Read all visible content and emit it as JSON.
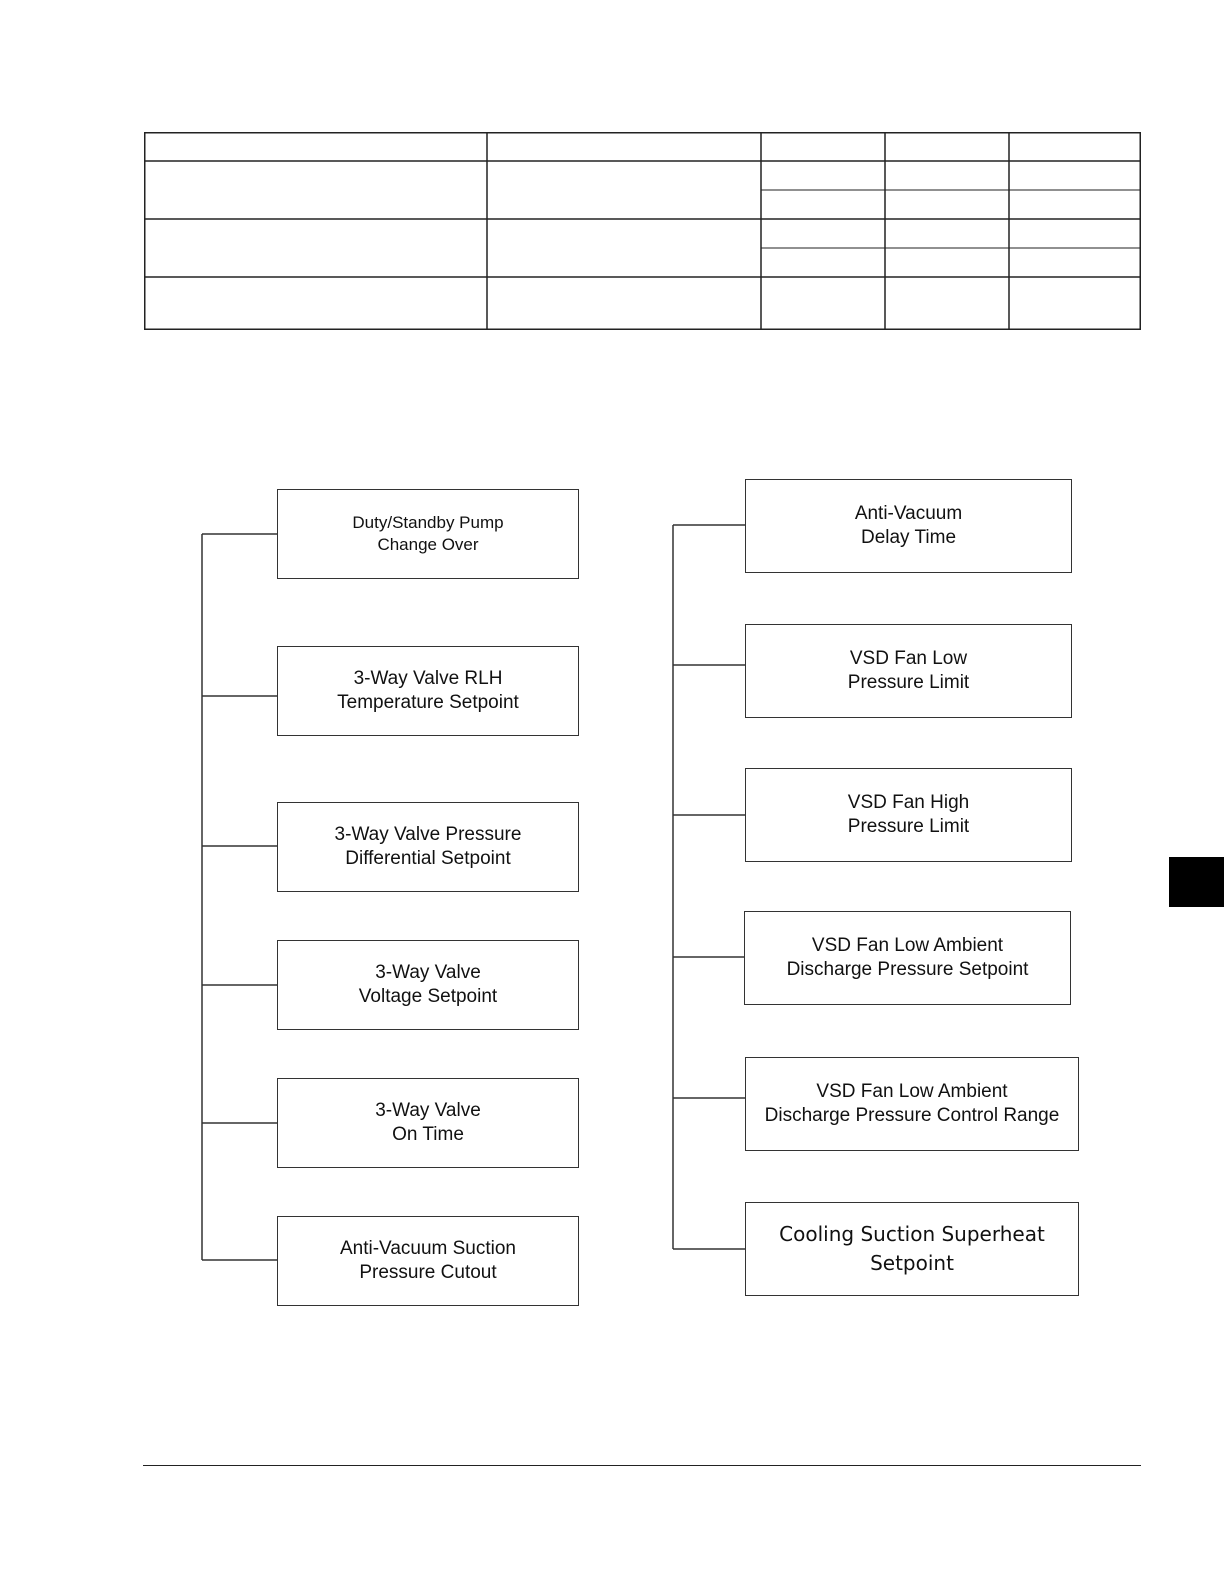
{
  "table": {
    "rows": [
      {
        "cells": [
          "",
          "",
          "",
          "",
          ""
        ]
      },
      {
        "cells": [
          "",
          "",
          "",
          "",
          ""
        ]
      },
      {
        "cells": [
          "",
          "",
          "",
          "",
          ""
        ]
      },
      {
        "cells": [
          "",
          "",
          "",
          "",
          ""
        ]
      }
    ]
  },
  "diagram": {
    "left_column": [
      {
        "line1": "Duty/Standby Pump",
        "line2": "Change Over"
      },
      {
        "line1": "3-Way Valve RLH",
        "line2": "Temperature Setpoint"
      },
      {
        "line1": "3-Way Valve Pressure",
        "line2": "Differential Setpoint"
      },
      {
        "line1": "3-Way Valve",
        "line2": "Voltage Setpoint"
      },
      {
        "line1": "3-Way Valve",
        "line2": "On Time"
      },
      {
        "line1": "Anti-Vacuum Suction",
        "line2": "Pressure Cutout"
      }
    ],
    "right_column": [
      {
        "line1": "Anti-Vacuum",
        "line2": "Delay Time"
      },
      {
        "line1": "VSD Fan Low",
        "line2": "Pressure Limit"
      },
      {
        "line1": "VSD Fan High",
        "line2": "Pressure Limit"
      },
      {
        "line1": "VSD Fan Low Ambient",
        "line2": "Discharge Pressure Setpoint"
      },
      {
        "line1": "VSD Fan Low Ambient",
        "line2": "Discharge Pressure Control Range"
      },
      {
        "line1": "Cooling Suction Superheat",
        "line2": "Setpoint"
      }
    ]
  },
  "colors": {
    "line": "#333333",
    "tab": "#000000",
    "background": "#ffffff"
  }
}
